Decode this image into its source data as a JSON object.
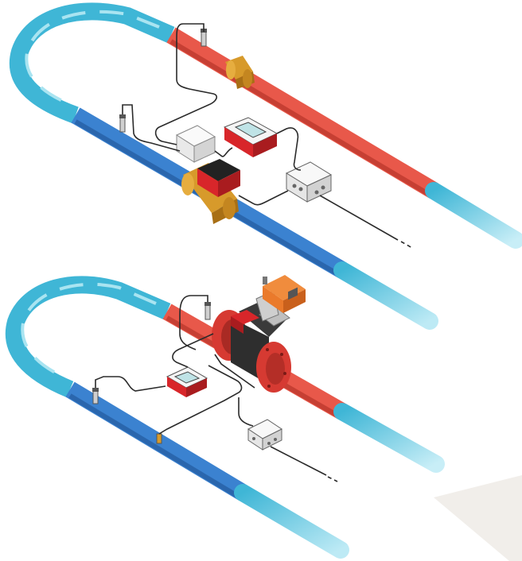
{
  "colors": {
    "supply": "#e8584a",
    "supply_dark": "#c63f33",
    "return": "#3b82d0",
    "return_dark": "#2a66ad",
    "loop": "#3fb6d6",
    "loop_light": "#a9e4f1",
    "brass": "#d79a2b",
    "brass_dark": "#a86f15",
    "meter_red": "#d8262a",
    "actuator": "#ea7a2b",
    "flange": "#d63a32",
    "wire": "#2b2b2b",
    "junction_box": "#f2f2f2",
    "floor": "#f1eeea"
  },
  "assemblies": [
    {
      "variant": "threaded",
      "components": [
        "supply-pipe",
        "return-pipe",
        "loop-bend",
        "temperature-sensor-supply",
        "temperature-sensor-return",
        "brass-fitting",
        "brass-valve-body",
        "valve-actuator",
        "calculator-unit",
        "flow-sensor",
        "junction-box",
        "signal-cable"
      ]
    },
    {
      "variant": "flanged",
      "components": [
        "supply-pipe",
        "return-pipe",
        "loop-bend",
        "temperature-sensor-supply",
        "temperature-sensor-return",
        "flanged-valve-body",
        "valve-actuator",
        "calculator-unit",
        "flow-sensor",
        "junction-box",
        "signal-cable"
      ]
    }
  ]
}
